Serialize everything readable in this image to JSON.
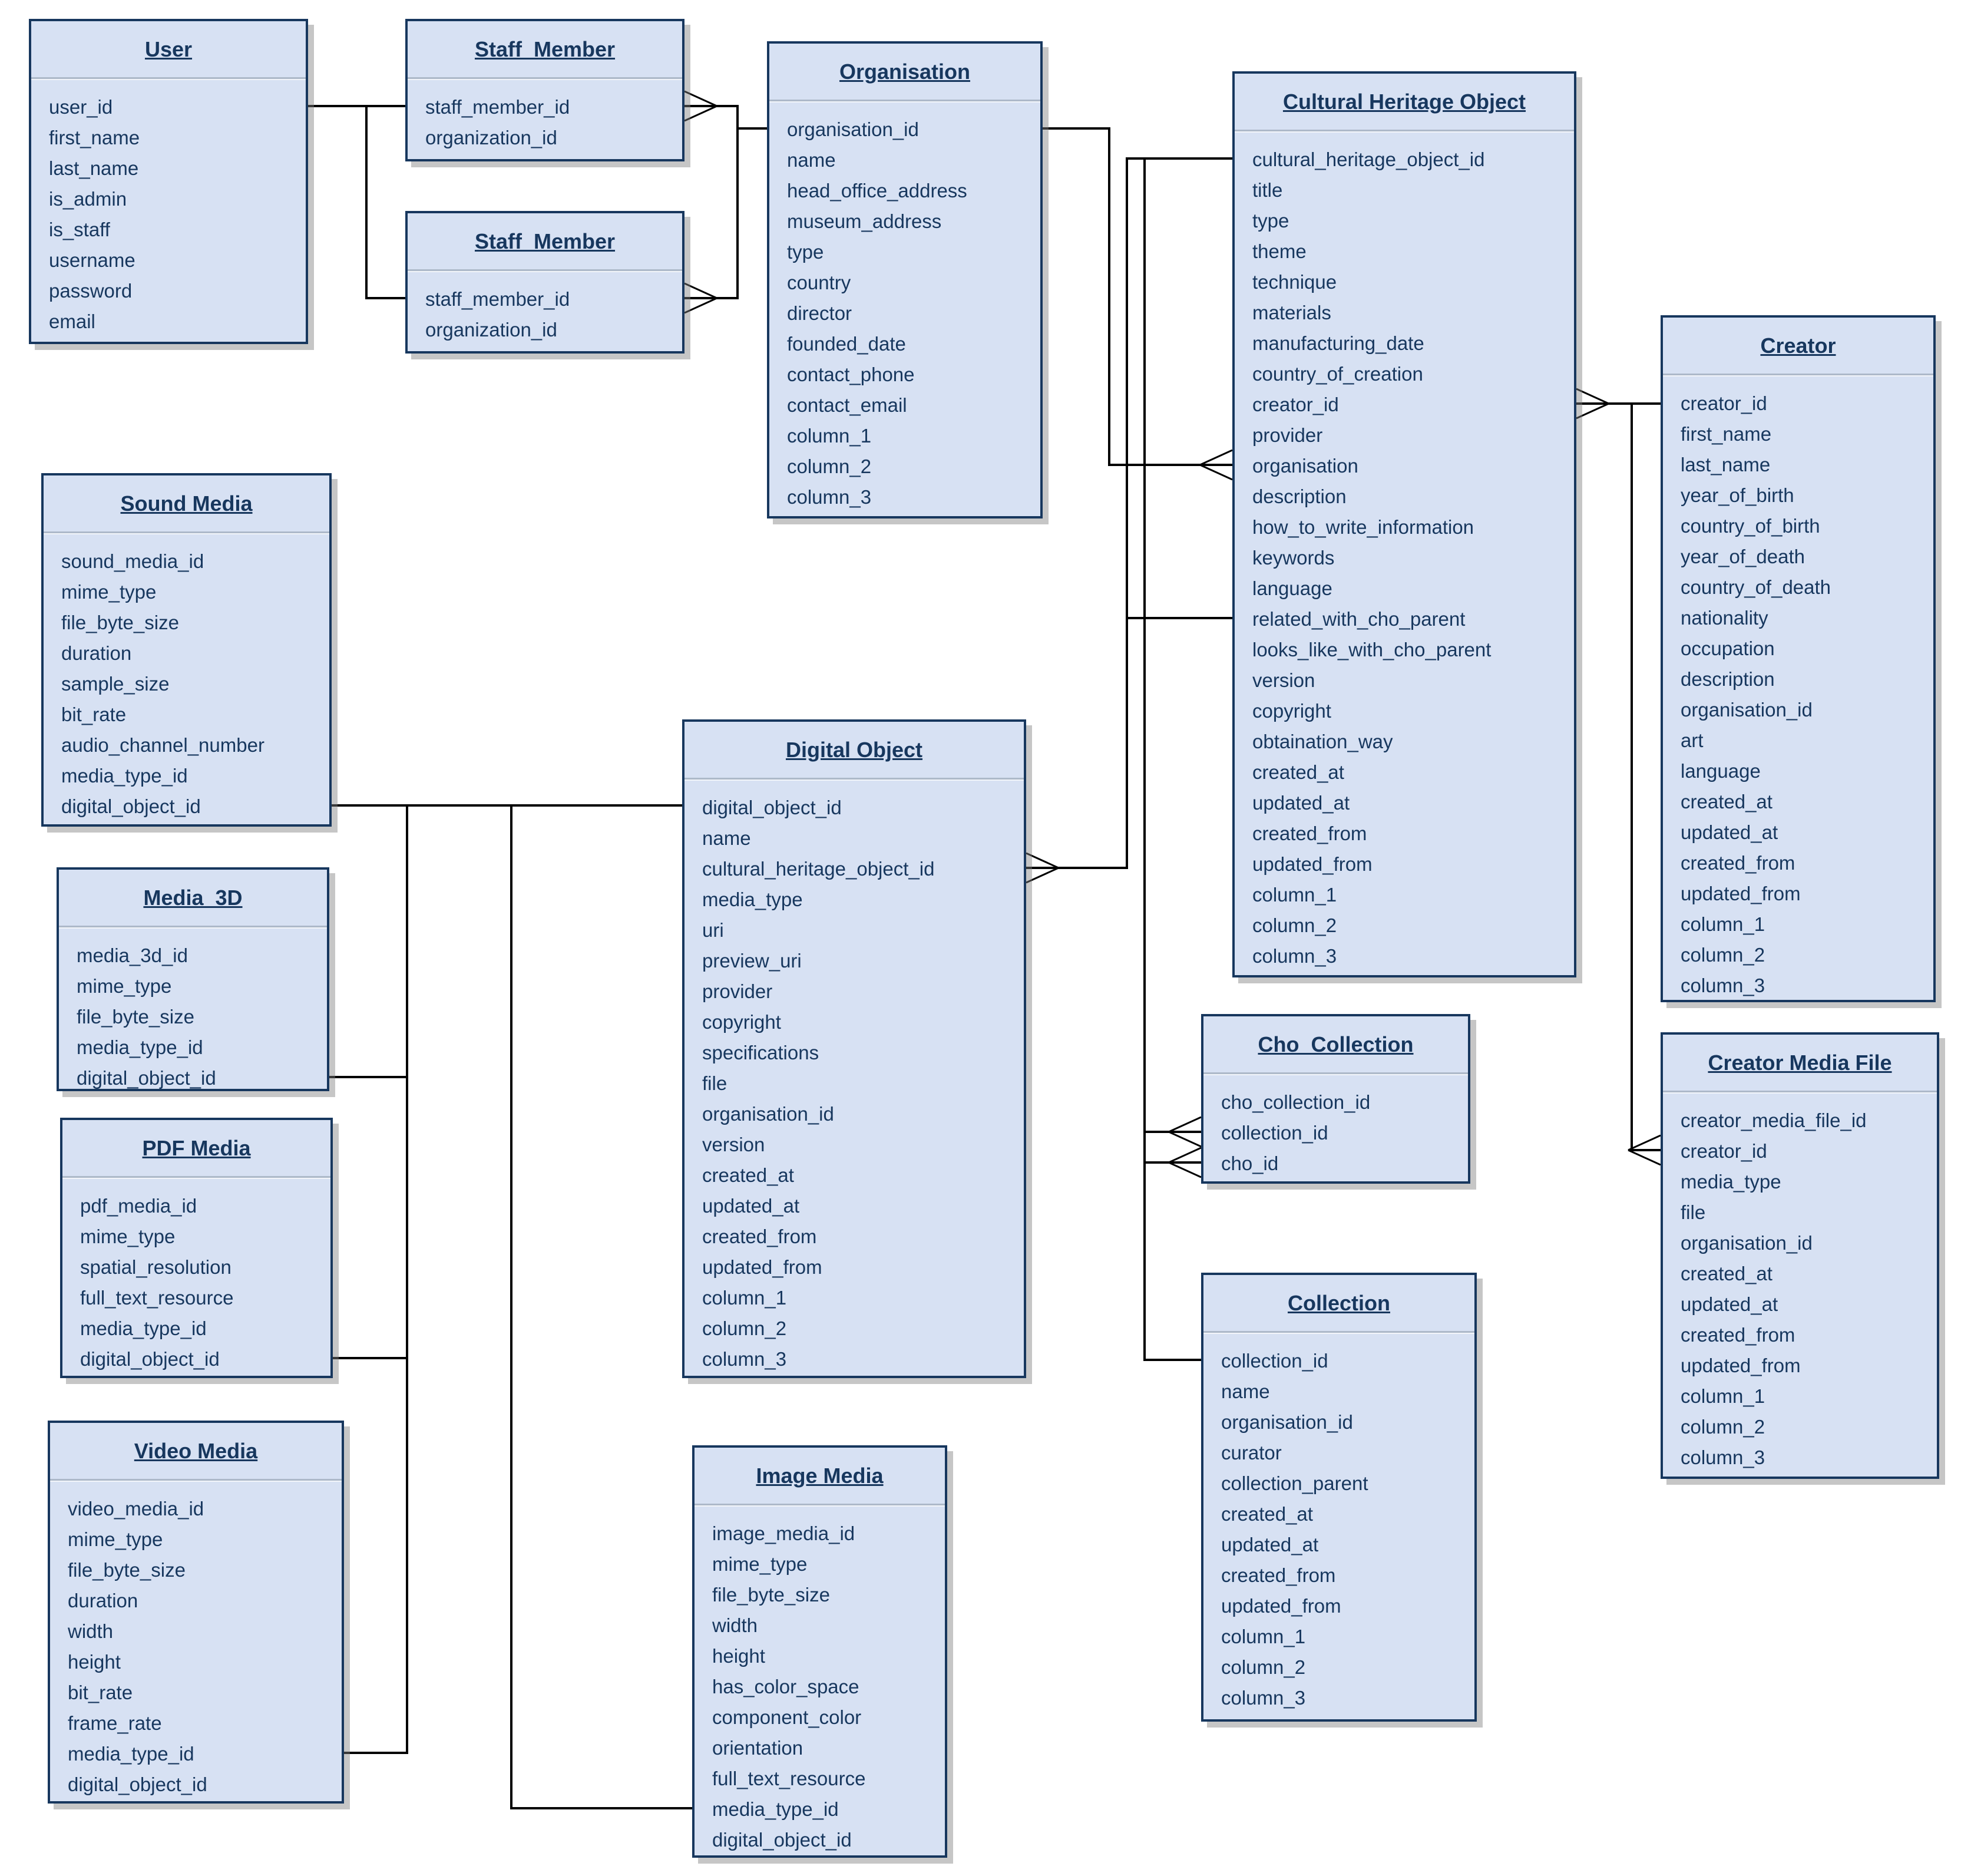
{
  "diagram": {
    "type": "entity-relationship-diagram",
    "colors": {
      "entity_fill": "#D7E1F3",
      "entity_border": "#17375E",
      "entity_text": "#17375E",
      "connector": "#000000",
      "background": "#ffffff"
    },
    "entities": [
      {
        "id": "user",
        "title": "User",
        "fields": [
          "user_id",
          "first_name",
          "last_name",
          "is_admin",
          "is_staff",
          "username",
          "password",
          "email"
        ]
      },
      {
        "id": "staff_member_1",
        "title": "Staff_Member",
        "fields": [
          "staff_member_id",
          "organization_id"
        ]
      },
      {
        "id": "staff_member_2",
        "title": "Staff_Member",
        "fields": [
          "staff_member_id",
          "organization_id"
        ]
      },
      {
        "id": "organisation",
        "title": "Organisation",
        "fields": [
          "organisation_id",
          "name",
          "head_office_address",
          "museum_address",
          "type",
          "country",
          "director",
          "founded_date",
          "contact_phone",
          "contact_email",
          "column_1",
          "column_2",
          "column_3"
        ]
      },
      {
        "id": "cultural_heritage_object",
        "title": "Cultural Heritage Object",
        "fields": [
          "cultural_heritage_object_id",
          "title",
          "type",
          "theme",
          "technique",
          "materials",
          "manufacturing_date",
          "country_of_creation",
          "creator_id",
          "provider",
          "organisation",
          "description",
          "how_to_write_information",
          "keywords",
          "language",
          "related_with_cho_parent",
          "looks_like_with_cho_parent",
          "version",
          "copyright",
          "obtaination_way",
          "created_at",
          "updated_at",
          "created_from",
          "updated_from",
          "column_1",
          "column_2",
          "column_3"
        ]
      },
      {
        "id": "creator",
        "title": "Creator",
        "fields": [
          "creator_id",
          "first_name",
          "last_name",
          "year_of_birth",
          "country_of_birth",
          "year_of_death",
          "country_of_death",
          "nationality",
          "occupation",
          "description",
          "organisation_id",
          "art",
          "language",
          "created_at",
          "updated_at",
          "created_from",
          "updated_from",
          "column_1",
          "column_2",
          "column_3"
        ]
      },
      {
        "id": "sound_media",
        "title": "Sound Media",
        "fields": [
          "sound_media_id",
          "mime_type",
          "file_byte_size",
          "duration",
          "sample_size",
          "bit_rate",
          "audio_channel_number",
          "media_type_id",
          "digital_object_id"
        ]
      },
      {
        "id": "media_3d",
        "title": "Media_3D",
        "fields": [
          "media_3d_id",
          "mime_type",
          "file_byte_size",
          "media_type_id",
          "digital_object_id"
        ]
      },
      {
        "id": "pdf_media",
        "title": "PDF Media",
        "fields": [
          "pdf_media_id",
          "mime_type",
          "spatial_resolution",
          "full_text_resource",
          "media_type_id",
          "digital_object_id"
        ]
      },
      {
        "id": "video_media",
        "title": "Video Media",
        "fields": [
          "video_media_id",
          "mime_type",
          "file_byte_size",
          "duration",
          "width",
          "height",
          "bit_rate",
          "frame_rate",
          "media_type_id",
          "digital_object_id"
        ]
      },
      {
        "id": "digital_object",
        "title": "Digital Object",
        "fields": [
          "digital_object_id",
          "name",
          "cultural_heritage_object_id",
          "media_type",
          "uri",
          "preview_uri",
          "provider",
          "copyright",
          "specifications",
          "file",
          "organisation_id",
          "version",
          "created_at",
          "updated_at",
          "created_from",
          "updated_from",
          "column_1",
          "column_2",
          "column_3"
        ]
      },
      {
        "id": "image_media",
        "title": "Image Media",
        "fields": [
          "image_media_id",
          "mime_type",
          "file_byte_size",
          "width",
          "height",
          "has_color_space",
          "component_color",
          "orientation",
          "full_text_resource",
          "media_type_id",
          "digital_object_id"
        ]
      },
      {
        "id": "cho_collection",
        "title": "Cho_Collection",
        "fields": [
          "cho_collection_id",
          "collection_id",
          "cho_id"
        ]
      },
      {
        "id": "collection",
        "title": "Collection",
        "fields": [
          "collection_id",
          "name",
          "organisation_id",
          "curator",
          "collection_parent",
          "created_at",
          "updated_at",
          "created_from",
          "updated_from",
          "column_1",
          "column_2",
          "column_3"
        ]
      },
      {
        "id": "creator_media_file",
        "title": "Creator Media File",
        "fields": [
          "creator_media_file_id",
          "creator_id",
          "media_type",
          "file",
          "organisation_id",
          "created_at",
          "updated_at",
          "created_from",
          "updated_from",
          "column_1",
          "column_2",
          "column_3"
        ]
      }
    ],
    "relationships": [
      "User - Staff_Member (top)",
      "User - Staff_Member (bottom)",
      "Staff_Member (top) many-to-one Organisation",
      "Staff_Member (bottom) many-to-one Organisation",
      "Organisation one-to-many Cultural Heritage Object (organisation)",
      "Cultural Heritage Object self-reference (related_with_cho_parent)",
      "Cultural Heritage Object one-to-many Digital Object (cultural_heritage_object_id)",
      "Cultural Heritage Object one-to-many Cho_Collection (cho_id)",
      "Collection one-to-many Cho_Collection (collection_id)",
      "Creator one-to-many Cultural Heritage Object (creator_id)",
      "Creator one-to-many Creator Media File (creator_id)",
      "Sound Media - Digital Object",
      "Media_3D - Digital Object",
      "PDF Media - Digital Object",
      "Video Media - Digital Object",
      "Image Media - Digital Object"
    ]
  }
}
